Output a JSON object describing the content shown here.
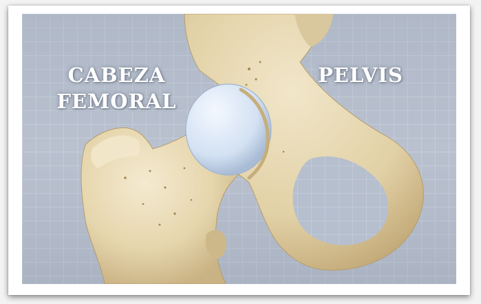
{
  "image": {
    "labels": {
      "femoral_head_line1": "CABEZA",
      "femoral_head_line2": "FEMORAL",
      "pelvis": "PELVIS"
    },
    "colors": {
      "background_grid": "#b7bfcd",
      "grid_lines": "#cfd5df",
      "bone": "#e9dcb6",
      "bone_shadow": "#c8b487",
      "cartilage": "#d6e3f3",
      "label_text": "#ffffff",
      "frame": "#ffffff"
    }
  }
}
